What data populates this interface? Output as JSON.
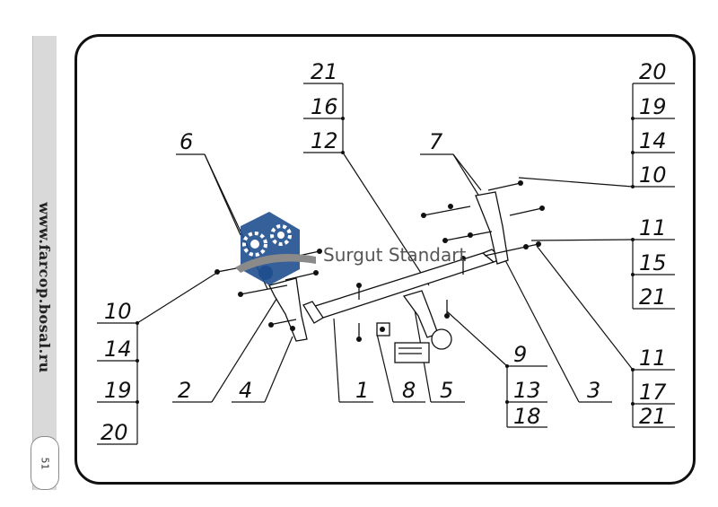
{
  "sidebar": {
    "url": "www.farcop.bosal.ru",
    "page": "51"
  },
  "watermark": {
    "text": "Surgut Standart"
  },
  "callouts": {
    "c6": "6",
    "c7": "7",
    "top_mid": [
      "21",
      "16",
      "12"
    ],
    "top_right": [
      "20",
      "19",
      "14",
      "10"
    ],
    "right_mid": [
      "11",
      "15",
      "21"
    ],
    "right_bottom": [
      "11",
      "17",
      "21"
    ],
    "left": [
      "10",
      "14",
      "19",
      "20"
    ],
    "c9_group": [
      "9",
      "13",
      "18"
    ],
    "bottom": [
      "2",
      "4",
      "1",
      "8",
      "5",
      "3"
    ]
  },
  "colors": {
    "line": "#111111",
    "logo_blue": "#1f4f8f",
    "logo_gray": "#8a8a8a"
  }
}
